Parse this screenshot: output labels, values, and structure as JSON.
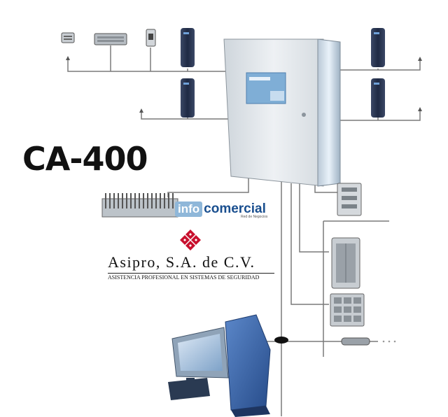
{
  "title": "CA-400",
  "watermark": {
    "info": "info",
    "comercial": "comercial",
    "tagline": "Red de Negocios"
  },
  "company": {
    "name": "Asipro, S.A. de C.V.",
    "subtitle": "ASISTENCIA PROFESIONAL EN SISTEMAS DE SEGURIDAD"
  },
  "colors": {
    "line": "#7a7a7a",
    "panel": "#e4e8ec",
    "reader": "#2a3550",
    "logo_red": "#c8102e",
    "logo_blue": "#1a4f8f",
    "computer_blue": "#3f6fb8"
  },
  "icons": [
    "keypad-icon",
    "keyboard-icon",
    "door-switch-icon",
    "card-reader-icon",
    "control-panel-icon",
    "relay-board-icon",
    "io-module-icon",
    "alarm-panel-icon",
    "keypad-grid-icon",
    "network-cable-icon",
    "computer-icon",
    "asipro-logo-icon"
  ]
}
